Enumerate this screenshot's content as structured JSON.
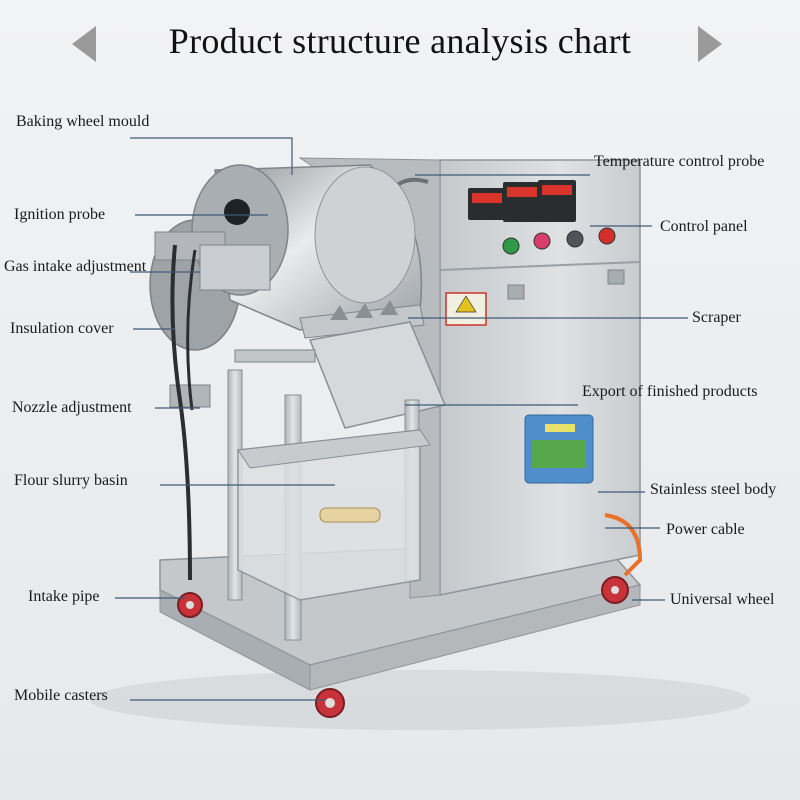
{
  "title": "Product structure analysis chart",
  "labels": {
    "baking_wheel_mould": "Baking wheel mould",
    "ignition_probe": "Ignition probe",
    "gas_intake_adjustment": "Gas intake adjustment",
    "insulation_cover": "Insulation cover",
    "nozzle_adjustment": "Nozzle adjustment",
    "flour_slurry_basin": "Flour slurry basin",
    "intake_pipe": "Intake pipe",
    "mobile_casters": "Mobile casters",
    "temperature_control_probe": "Temperature control probe",
    "control_panel": "Control panel",
    "scraper": "Scraper",
    "export_of_finished_products": "Export of finished products",
    "stainless_steel_body": "Stainless steel body",
    "power_cable": "Power cable",
    "universal_wheel": "Universal wheel"
  },
  "colors": {
    "steel_light": "#d9dcdf",
    "steel_mid": "#b9bdc1",
    "steel_dark": "#8e9397",
    "wheel_red": "#c8333a",
    "leader_line": "#3f5a78",
    "orange_cable": "#e8702a"
  }
}
